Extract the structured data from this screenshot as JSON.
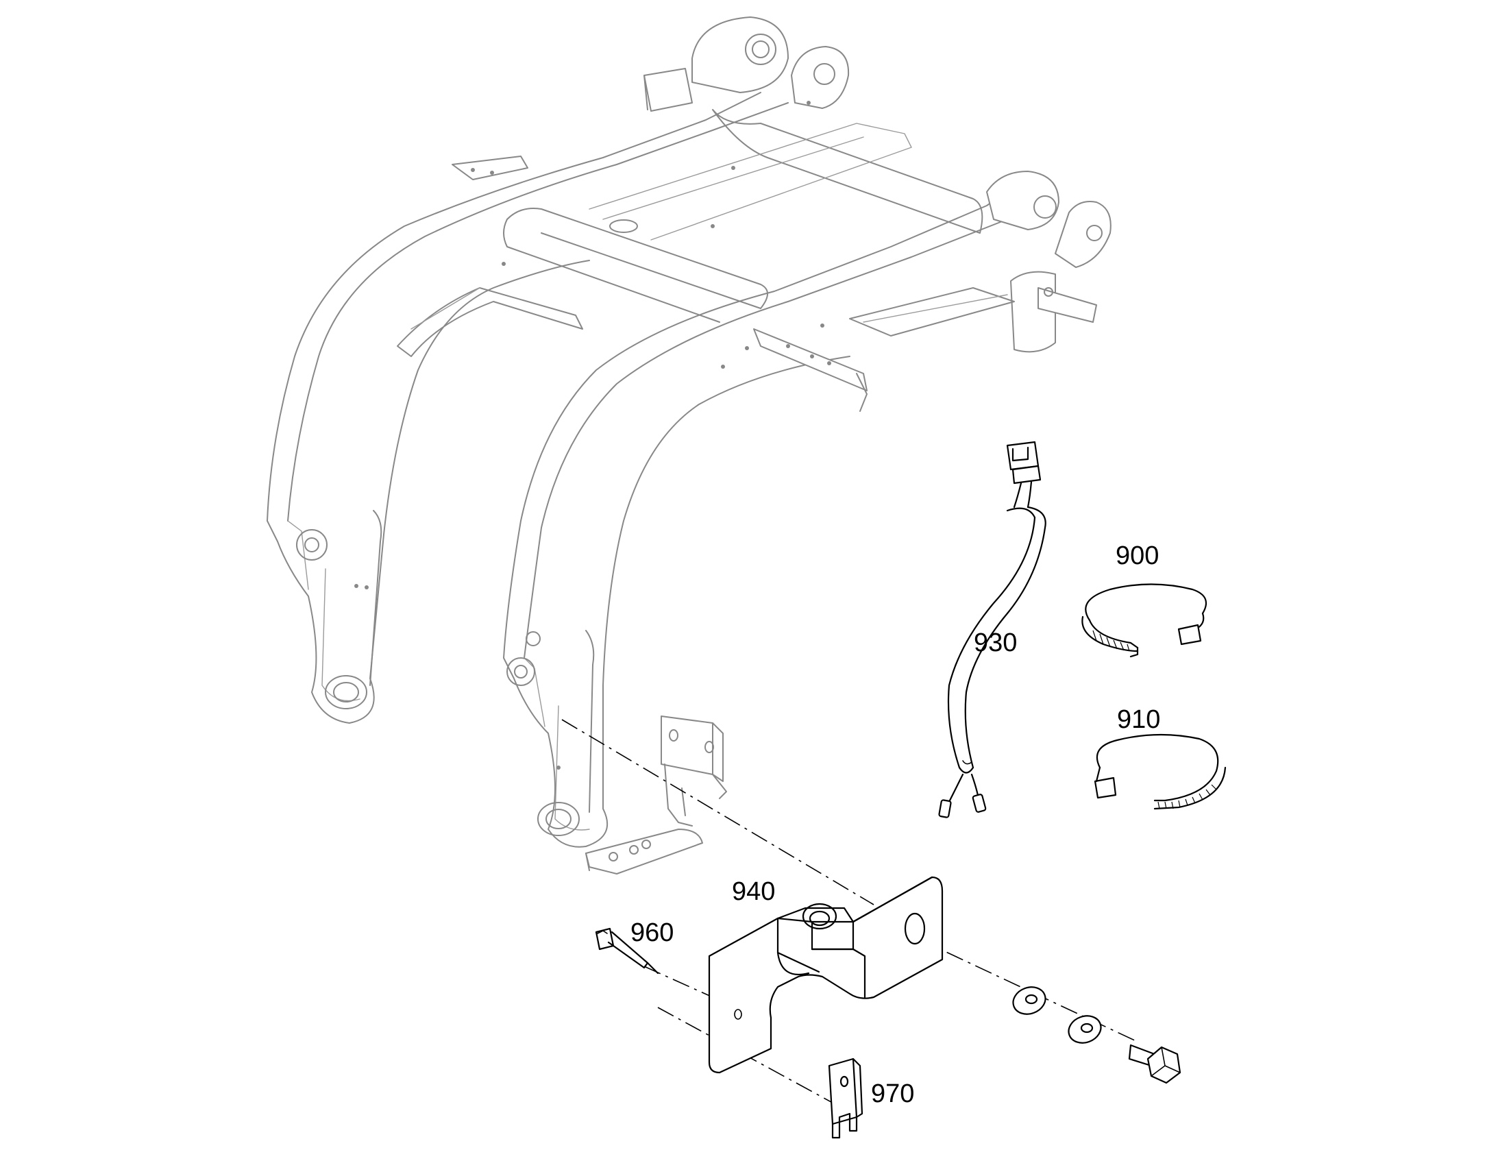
{
  "callouts": [
    {
      "id": "900",
      "label": "900"
    },
    {
      "id": "910",
      "label": "910"
    },
    {
      "id": "930",
      "label": "930"
    },
    {
      "id": "940",
      "label": "940"
    },
    {
      "id": "960",
      "label": "960"
    },
    {
      "id": "970",
      "label": "970"
    }
  ],
  "colors": {
    "part_line": "#000000",
    "background_frame_line": "#888888",
    "background": "#ffffff"
  }
}
